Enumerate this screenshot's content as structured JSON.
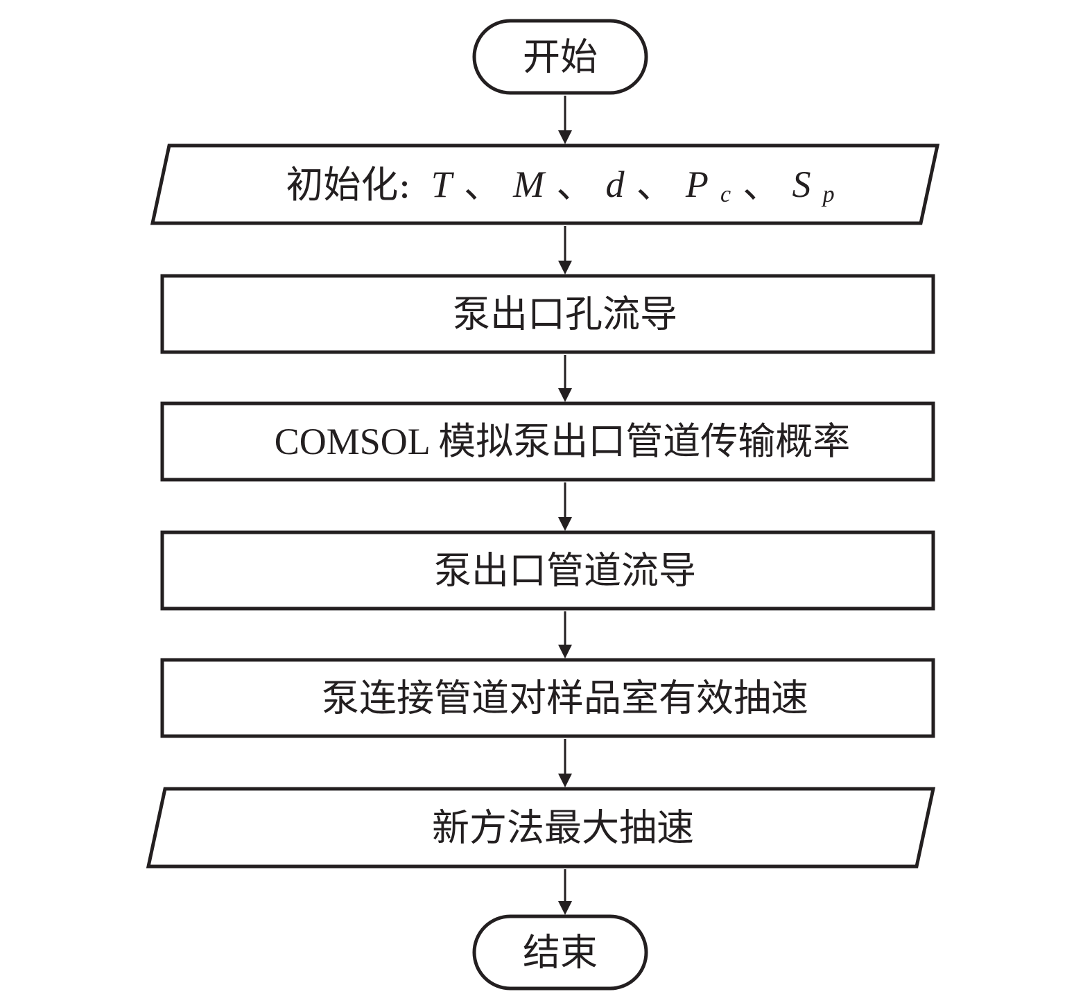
{
  "flowchart": {
    "start": {
      "label": "开始"
    },
    "init": {
      "prefix": "初始化:",
      "vars": [
        {
          "symbol": "T",
          "sub": ""
        },
        {
          "symbol": "M",
          "sub": ""
        },
        {
          "symbol": "d",
          "sub": ""
        },
        {
          "symbol": "P",
          "sub": "c"
        },
        {
          "symbol": "S",
          "sub": "p"
        }
      ],
      "separator": "、"
    },
    "steps": [
      {
        "id": "outlet-orifice-conductance",
        "label": "泵出口孔流导"
      },
      {
        "id": "comsol-transmission-probability",
        "label": "COMSOL 模拟泵出口管道传输概率"
      },
      {
        "id": "outlet-pipe-conductance",
        "label": "泵出口管道流导"
      },
      {
        "id": "effective-pumping-speed",
        "label": "泵连接管道对样品室有效抽速"
      }
    ],
    "output": {
      "label": "新方法最大抽速"
    },
    "end": {
      "label": "结束"
    }
  },
  "colors": {
    "stroke": "#231f20",
    "fill": "#ffffff",
    "text": "#231f20"
  }
}
